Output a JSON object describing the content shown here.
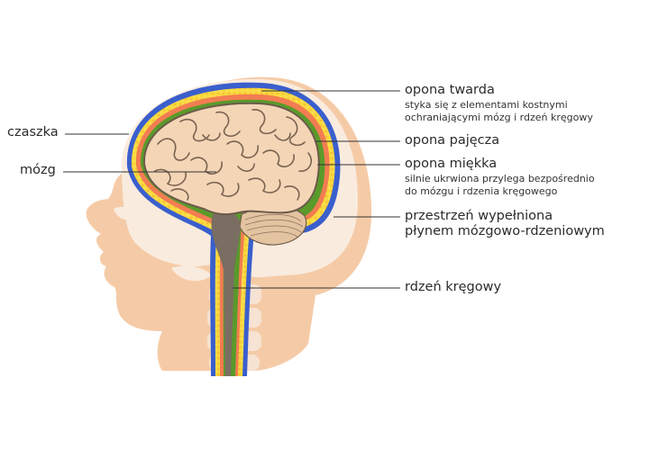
{
  "labels": {
    "skull": "czaszka",
    "brain": "mózg",
    "dura_title": "opona twarda",
    "dura_desc_1": "styka się z elementami kostnymi",
    "dura_desc_2": "ochraniającymi mózg i rdzeń kręgowy",
    "arachnoid": "opona pajęcza",
    "pia_title": "opona miękka",
    "pia_desc_1": "silnie ukrwiona przylega bezpośrednio",
    "pia_desc_2": "do mózgu i rdzenia kręgowego",
    "csf_line_1": "przestrzeń wypełniona",
    "csf_line_2": "płynem mózgowo-rdzeniowym",
    "spinal_cord": "rdzeń kręgowy"
  },
  "colors": {
    "skin": "#f5cba7",
    "skull": "#f9ebde",
    "dura": "#3a5fcd",
    "csf": "#f9d93d",
    "arachnoid": "#f27d52",
    "pia": "#5a9a2a",
    "brain": "#f4d5b6",
    "cerebellum": "#e4c3a0",
    "brain_outline": "#6b5a4a",
    "spinal_cord": "#7a6e62",
    "leader_line": "#333333"
  }
}
